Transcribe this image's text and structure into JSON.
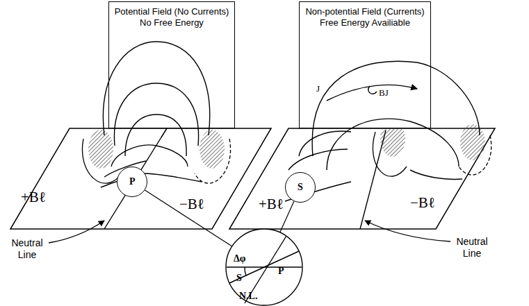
{
  "diagram": {
    "nodes": [
      {
        "text": [
          "Potential Field (No Currents)",
          "No Free Energy"
        ]
      },
      {
        "text": [
          "Non-potential Field (Currents)",
          "Free Energy Availiable"
        ]
      },
      {
        "text": [
          "P"
        ]
      },
      {
        "text": [
          "S"
        ]
      },
      {
        "text": [
          "Δφ",
          "P",
          "S",
          "N.L."
        ]
      }
    ],
    "edges": [
      {
        "from": 2,
        "to": 4,
        "arrow": "none"
      },
      {
        "from": 3,
        "to": 4,
        "arrow": "none"
      }
    ],
    "labels": [
      "+Bℓ",
      "−Bℓ",
      "Neutral Line",
      "+Bℓ",
      "−Bℓ",
      "Neutral Line",
      "J",
      "BJ"
    ]
  }
}
